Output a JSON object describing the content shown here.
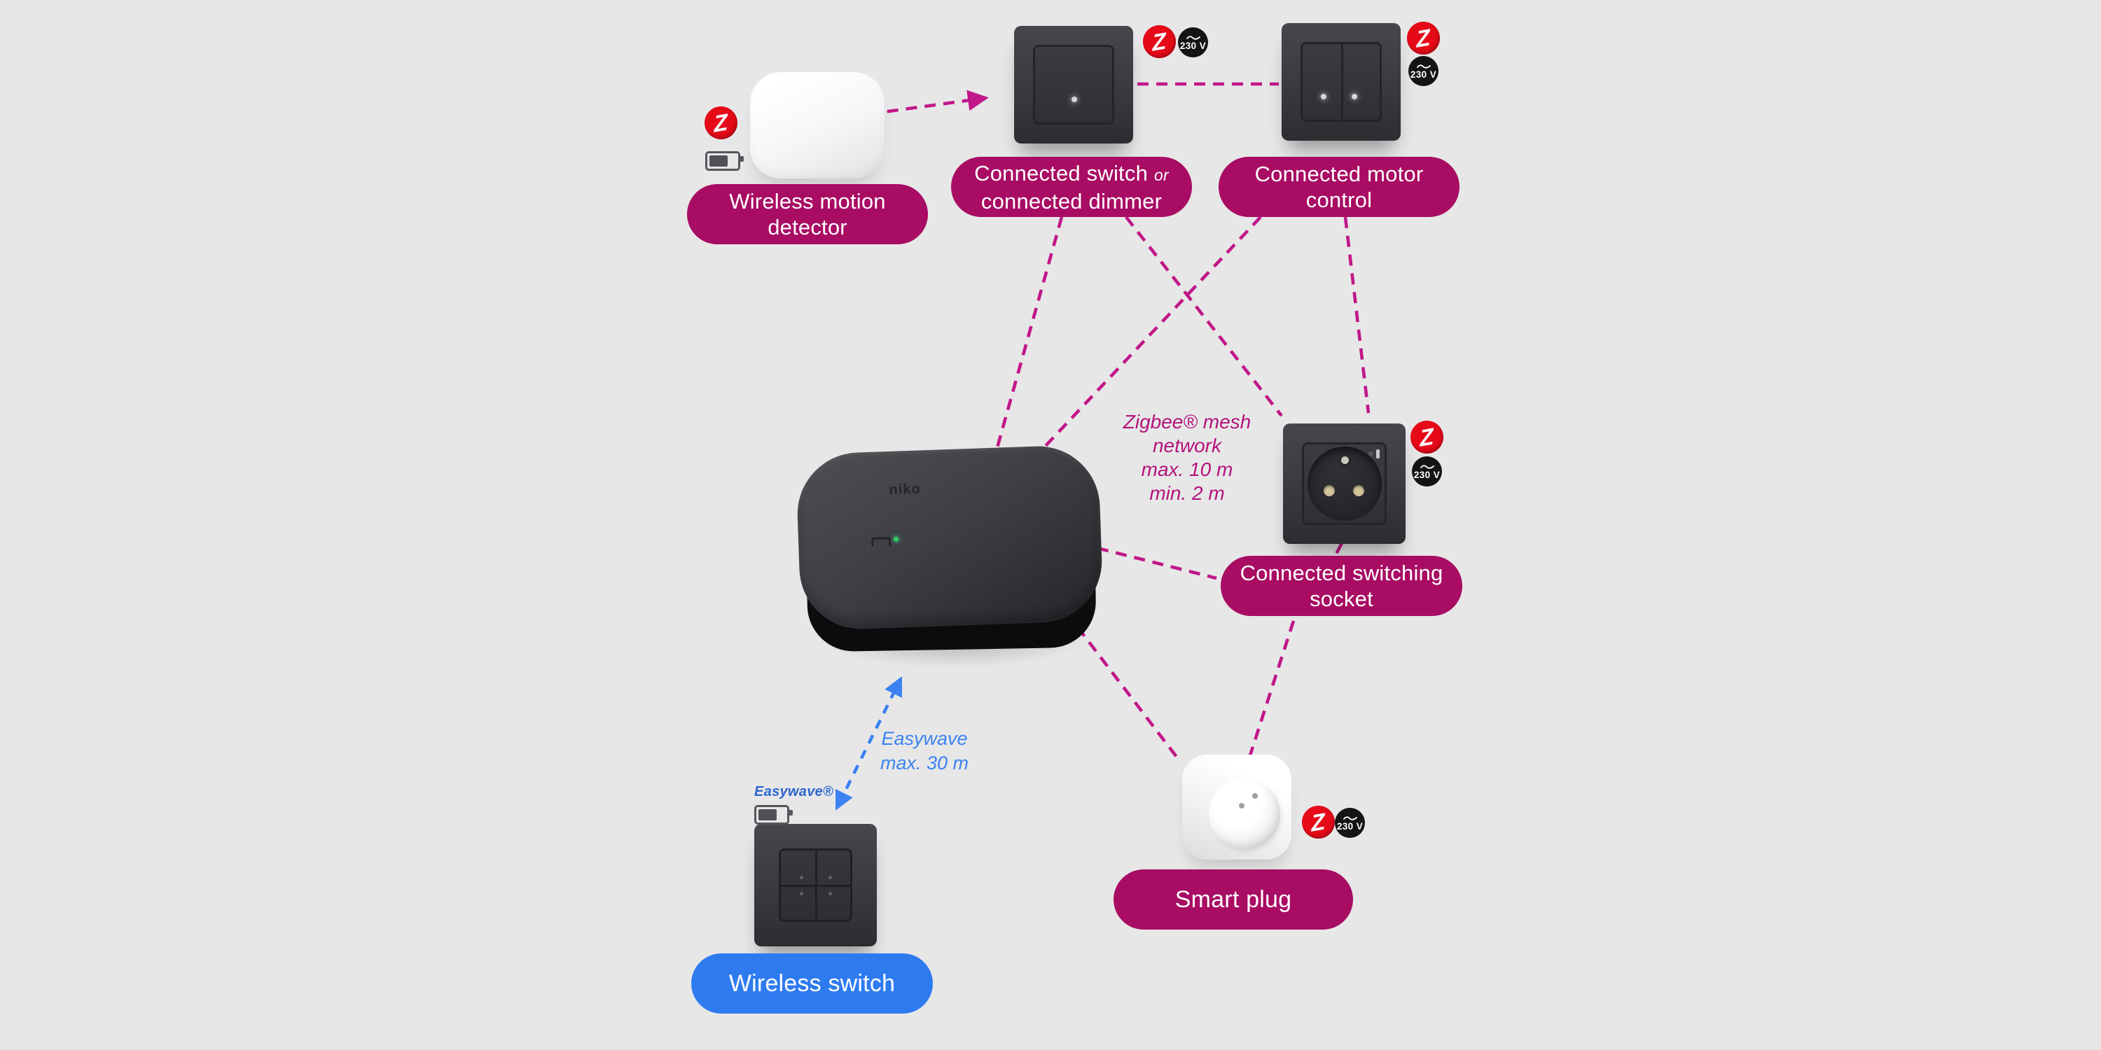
{
  "canvas": {
    "background": "#e7e7e8"
  },
  "colors": {
    "canvas_bg": "#e7e7e8",
    "pill_magenta": "#a80c63",
    "pill_blue": "#2e7bf0",
    "line_magenta": "#c11788",
    "line_blue": "#3c82f0",
    "annotation_magenta": "#b4127b",
    "zigbee_red": "#e60a18",
    "badge_black": "#141414"
  },
  "pills": {
    "motion_detector": {
      "label": "Wireless motion\ndetector"
    },
    "connected_switch": {
      "part1": "Connected switch",
      "or_word": "or",
      "part2": "connected dimmer"
    },
    "motor_control": {
      "label": "Connected motor\ncontrol"
    },
    "switching_socket": {
      "label": "Connected switching\nsocket"
    },
    "smart_plug": {
      "label": "Smart plug"
    },
    "wireless_switch": {
      "label": "Wireless switch"
    }
  },
  "annotations": {
    "zigbee_mesh": "Zigbee® mesh\nnetwork\nmax. 10 m\nmin. 2 m",
    "easywave_range": "Easywave\nmax. 30 m"
  },
  "badges": {
    "zigbee_glyph": "Z",
    "voltage_label": "230 V"
  },
  "brand": {
    "hub": "niko",
    "easywave_logo": "Easywave®"
  }
}
